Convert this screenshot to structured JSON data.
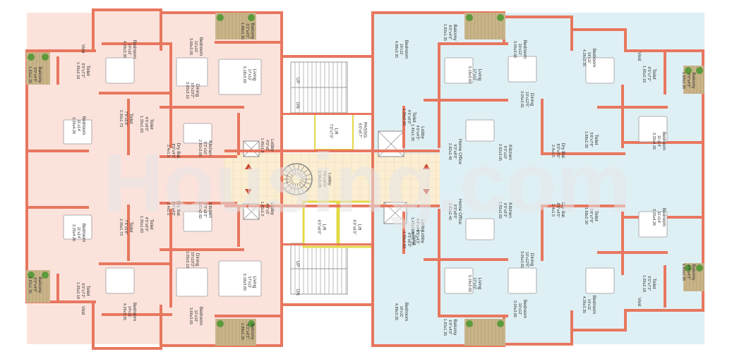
{
  "colors": {
    "wall": "#e8775f",
    "wall_dark": "#d9604a",
    "left_fill": "#fbe3dc",
    "right_fill": "#dff0f5",
    "lobby_fill": "#fbeed2",
    "lift_outline": "#e3d84a",
    "stair_line": "#9a9a9a",
    "balcony_floor": "#c9b48a",
    "plant": "#5c9a3c",
    "text": "#333333",
    "watermark": "#e6e6e6"
  },
  "watermark": "Housing.com",
  "rooms": [
    {
      "id": "L1",
      "name": "Bedroom",
      "dim1": "14'x11'",
      "dim2": "4.26x3.35"
    },
    {
      "id": "L2",
      "name": "Bedroom",
      "dim1": "12'x10'",
      "dim2": "3.66x3.05"
    },
    {
      "id": "L3",
      "name": "Balcony",
      "dim1": "6'2\"x4'5\"",
      "dim2": "1.88x1.35"
    },
    {
      "id": "L4",
      "name": "Void",
      "dim1": "",
      "dim2": ""
    },
    {
      "id": "L5",
      "name": "Toilet",
      "dim1": "6'5\"x7'2\"",
      "dim2": "1.95x2.18"
    },
    {
      "id": "L6",
      "name": "Balcony",
      "dim1": "6'0\"x4'5\"",
      "dim2": "1.83x1.35"
    },
    {
      "id": "L7",
      "name": "Living",
      "dim1": "17'x12'",
      "dim2": "5.18x3.65"
    },
    {
      "id": "L8",
      "name": "Dining",
      "dim1": "10'x10'2\"",
      "dim2": "3.05x3.10"
    },
    {
      "id": "L9",
      "name": "Bedroom",
      "dim1": "11'x14'",
      "dim2": "3.35x4.26"
    },
    {
      "id": "L10",
      "name": "Toilet",
      "dim1": "7'6\"x5'8\"",
      "dim2": "2.30x1.73"
    },
    {
      "id": "L11",
      "name": "Toilet",
      "dim1": "4'5\"x6'0\"",
      "dim2": "1.35x1.83"
    },
    {
      "id": "L12",
      "name": "Dry Bal.",
      "dim1": "8'0\"x4'5\"",
      "dim2": "2.4x1.5"
    },
    {
      "id": "L13",
      "name": "Kitchen",
      "dim1": "9'3\"x10'",
      "dim2": "2.82x3.05"
    },
    {
      "id": "L14",
      "name": "Lobby",
      "dim1": "4'9\"x6'",
      "dim2": "1.45x1.8"
    },
    {
      "id": "L15",
      "name": "Dry Bal.",
      "dim1": "8'0\"x4'5\"",
      "dim2": "2.4x1.5"
    },
    {
      "id": "L16",
      "name": "Kitchen",
      "dim1": "9'3\"x9'3\"",
      "dim2": "2.82x2.82"
    },
    {
      "id": "L17",
      "name": "Lobby",
      "dim1": "4'9\"x5'",
      "dim2": "1.45x1.5"
    },
    {
      "id": "L18",
      "name": "Bedroom",
      "dim1": "11'x14'",
      "dim2": "3.35x4.26"
    },
    {
      "id": "L19",
      "name": "Toilet",
      "dim1": "7'6\"x5'8\"",
      "dim2": "2.30x1.73"
    },
    {
      "id": "L20",
      "name": "Toilet",
      "dim1": "4'5\"x6'0\"",
      "dim2": "1.35x1.83"
    },
    {
      "id": "L21",
      "name": "Dining",
      "dim1": "10'x10'2\"",
      "dim2": "3.05x3.10"
    },
    {
      "id": "L22",
      "name": "Living",
      "dim1": "17'x12'",
      "dim2": "5.18x3.65"
    },
    {
      "id": "L23",
      "name": "Balcony",
      "dim1": "6'0\"x4'5\"",
      "dim2": "1.83x1.35"
    },
    {
      "id": "L24",
      "name": "Toilet",
      "dim1": "6'5\"x7'2\"",
      "dim2": "1.95x2.18"
    },
    {
      "id": "L25",
      "name": "Bedroom",
      "dim1": "14'x11'",
      "dim2": "4.26x3.35"
    },
    {
      "id": "L26",
      "name": "Bedroom",
      "dim1": "12'x10'",
      "dim2": "3.66x3.05"
    },
    {
      "id": "L27",
      "name": "Balcony",
      "dim1": "6'2\"x4'5\"",
      "dim2": "1.88x1.35"
    },
    {
      "id": "L28",
      "name": "Void",
      "dim1": "",
      "dim2": ""
    },
    {
      "id": "C1",
      "name": "Lift",
      "dim1": "7'0\"x7'0\"",
      "dim2": ""
    },
    {
      "id": "C2",
      "name": "PASSG.",
      "dim1": "6'0\"x6'7\"",
      "dim2": ""
    },
    {
      "id": "C3",
      "name": "Lobby",
      "dim1": "7'6\"x16'0\"",
      "dim2": "2.36x5.05"
    },
    {
      "id": "C4",
      "name": "Lift",
      "dim1": "6'0\"x6'0\"",
      "dim2": ""
    },
    {
      "id": "C5",
      "name": "Lift",
      "dim1": "6'0\"x6'0\"",
      "dim2": ""
    },
    {
      "id": "R1",
      "name": "Bedroom",
      "dim1": "16'x11'",
      "dim2": "4.88x3.35"
    },
    {
      "id": "R2",
      "name": "Balcony",
      "dim1": "6'0\"x4'5\"",
      "dim2": "1.83x1.35"
    },
    {
      "id": "R3",
      "name": "Living",
      "dim1": "17'x12'",
      "dim2": "5.18x3.65"
    },
    {
      "id": "R4",
      "name": "Bedroom",
      "dim1": "10'x12'",
      "dim2": "3.05x3.66"
    },
    {
      "id": "R5",
      "name": "Bedroom",
      "dim1": "14'x11'",
      "dim2": "4.26x3.35"
    },
    {
      "id": "R6",
      "name": "Toilet",
      "dim1": "6'5\"x7'2\"",
      "dim2": "1.95x2.18"
    },
    {
      "id": "R7",
      "name": "Balcony",
      "dim1": "6'0\"x4'5\"",
      "dim2": "1.83x1.35"
    },
    {
      "id": "R8",
      "name": "Void",
      "dim1": "",
      "dim2": ""
    },
    {
      "id": "R9",
      "name": "Dining",
      "dim1": "10'x12'6\"",
      "dim2": "3.05x3.81"
    },
    {
      "id": "R10",
      "name": "Toilet",
      "dim1": "4'5\"x6'0\"",
      "dim2": "1.35x1.83"
    },
    {
      "id": "R11",
      "name": "Lobby",
      "dim1": "4'9\"x4'5\"",
      "dim2": "1.45x1.35"
    },
    {
      "id": "R12",
      "name": "Home Office",
      "dim1": "9'3\"x8'0\"",
      "dim2": "2.82x2.45"
    },
    {
      "id": "R13",
      "name": "Kitchen",
      "dim1": "9'3\"x10'",
      "dim2": "2.82x3.05"
    },
    {
      "id": "R14",
      "name": "Dry Bal.",
      "dim1": "8'0\"x4'5\"",
      "dim2": "2.4x1.5"
    },
    {
      "id": "R15",
      "name": "Toilet",
      "dim1": "5'6\"x7'6\"",
      "dim2": "1.68x2.30"
    },
    {
      "id": "R16",
      "name": "Bedroom",
      "dim1": "11'x14'",
      "dim2": "3.35x4.26"
    },
    {
      "id": "R17",
      "name": "Lobby",
      "dim1": "4'9\"x4'5\"",
      "dim2": "1.45x1.35"
    },
    {
      "id": "R18",
      "name": "Home Office",
      "dim1": "9'3\"x8'0\"",
      "dim2": "2.82x2.45"
    },
    {
      "id": "R19",
      "name": "Kitchen",
      "dim1": "9'3\"x9'3\"",
      "dim2": "2.82x2.82"
    },
    {
      "id": "R20",
      "name": "Dry Bal.",
      "dim1": "8'0\"x4'5\"",
      "dim2": "2.4x1.5"
    },
    {
      "id": "R21",
      "name": "Toilet",
      "dim1": "5'6\"x7'6\"",
      "dim2": "1.68x2.30"
    },
    {
      "id": "R22",
      "name": "Bedroom",
      "dim1": "11'x14'",
      "dim2": "3.35x4.26"
    },
    {
      "id": "R23",
      "name": "Dining",
      "dim1": "10'x12'6\"",
      "dim2": "3.05x3.81"
    },
    {
      "id": "R24",
      "name": "Living",
      "dim1": "17'x12'",
      "dim2": "5.18x3.65"
    },
    {
      "id": "R25",
      "name": "Bedroom",
      "dim1": "10'x12'",
      "dim2": "3.05x3.66"
    },
    {
      "id": "R26",
      "name": "Toilet",
      "dim1": "6'5\"x7'2\"",
      "dim2": "1.95x2.18"
    },
    {
      "id": "R27",
      "name": "Balcony",
      "dim1": "6'0\"x4'5\"",
      "dim2": "1.83x1.35"
    },
    {
      "id": "R28",
      "name": "Bedroom",
      "dim1": "14'x11'",
      "dim2": "4.26x3.35"
    },
    {
      "id": "R29",
      "name": "Bedroom",
      "dim1": "16'x11'",
      "dim2": "4.88x3.35"
    },
    {
      "id": "R30",
      "name": "Balcony",
      "dim1": "6'0\"x4'5\"",
      "dim2": "1.83x1.35"
    },
    {
      "id": "R31",
      "name": "Void",
      "dim1": "",
      "dim2": ""
    },
    {
      "id": "R32",
      "name": "Toilet",
      "dim1": "4'5\"x6'0\"",
      "dim2": "1.35x1.83"
    },
    {
      "id": "R33",
      "name": "Lobby",
      "dim1": "4'9\"x4'5\"",
      "dim2": "1.45x1.35"
    }
  ],
  "stairs": [
    {
      "id": "S1",
      "up": "UP",
      "dn": "DN"
    },
    {
      "id": "S2",
      "up": "UP",
      "dn": "DN"
    }
  ]
}
